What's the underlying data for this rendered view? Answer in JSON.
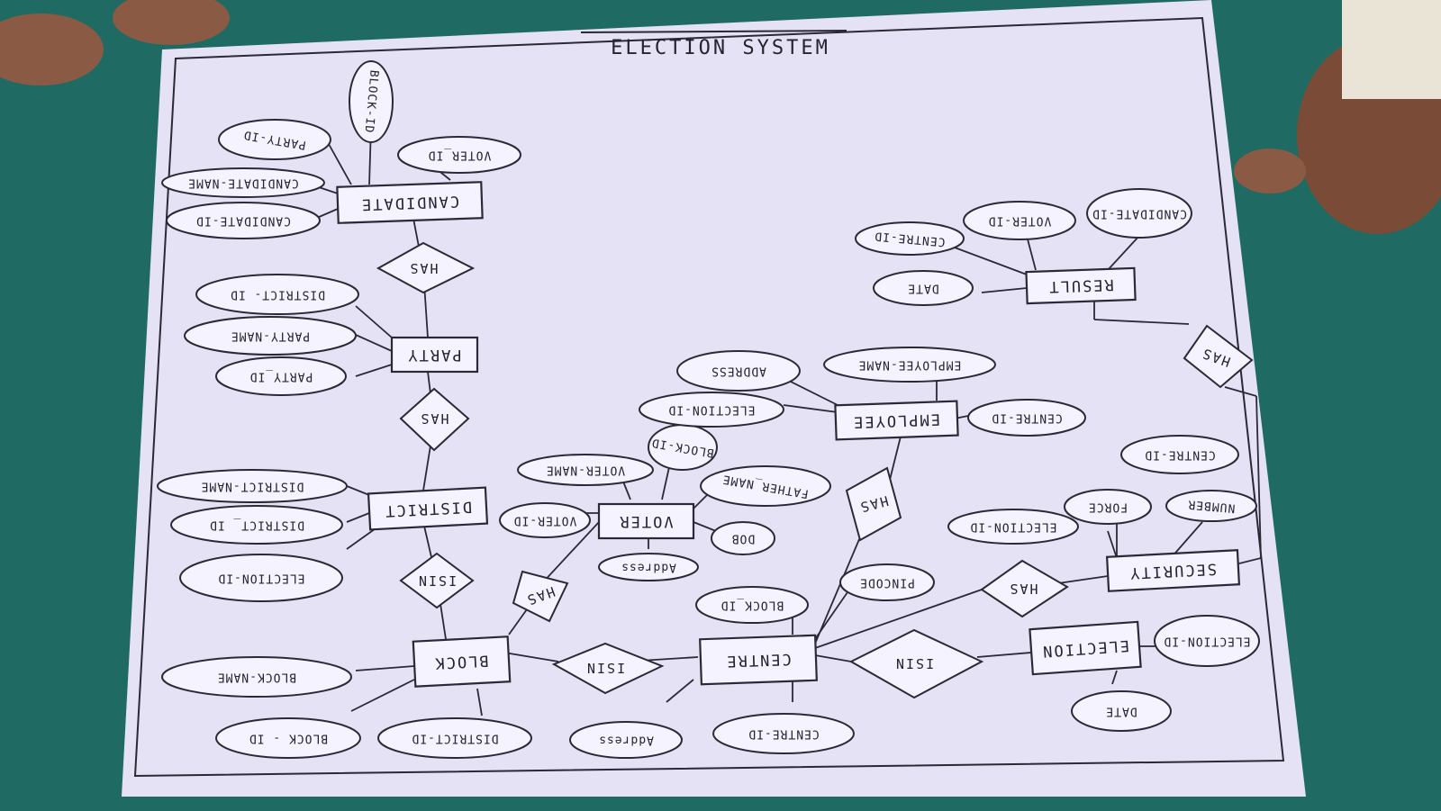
{
  "diagram": {
    "title": "ELECTION SYSTEM",
    "entities": {
      "candidate": "CANDIDATE",
      "party": "PARTY",
      "district": "DISTRICT",
      "block": "BLOCK",
      "voter": "VOTER",
      "centre": "CENTRE",
      "employee": "EMPLOYEE",
      "election": "ELECTION",
      "security": "SECURITY",
      "result": "RESULT"
    },
    "relationships": {
      "cand_party": "HAS",
      "party_district": "HAS",
      "district_block": "ISIN",
      "block_voter": "HAS",
      "block_centre": "ISIN",
      "centre_employee": "HAS",
      "centre_election": "ISIN",
      "centre_security": "HAS",
      "security_result": "HAS"
    },
    "attributes": {
      "cand_voter_id": "VOTER_ID",
      "cand_block_id": "BLOCK-ID",
      "cand_party_id": "PARTY-ID",
      "cand_name": "CANDIDATE-NAME",
      "cand_id": "CANDIDATE-ID",
      "party_district_id": "DISTRICT- ID",
      "party_name": "PARTY-NAME",
      "party_id": "PARTY_ID",
      "district_name": "DISTRICT-NAME",
      "district_id": "DISTRICT_ ID",
      "district_election_id": "ELECTION-ID",
      "block_name": "BLOCK-NAME",
      "block_id": "BLOCK - ID",
      "block_district_id": "DISTRICT-ID",
      "voter_name": "VOTER-NAME",
      "voter_block_id": "BLOCK-ID",
      "voter_father": "FATHER_NAME",
      "voter_id": "VOTER-ID",
      "voter_dob": "DOB",
      "voter_address": "Address",
      "centre_block_id": "BLOCK_ID",
      "centre_pincode": "PINCODE",
      "centre_id": "CENTRE-ID",
      "centre_address": "Address",
      "emp_address": "ADDRESS",
      "emp_name": "EMPLOYEE-NAME",
      "emp_election_id": "ELECTION-ID",
      "emp_centre_id": "CENTRE-ID",
      "election_id": "ELECTION-ID",
      "election_date": "DATE",
      "sec_centre_id": "CENTRE-ID",
      "sec_force": "FORCE",
      "sec_number": "NUMBER",
      "sec_election_id": "ELECTION-ID",
      "res_date": "DATE",
      "res_centre_id": "CENTRE-ID",
      "res_voter_id": "VOTER-ID",
      "res_candidate_id": "CANDIDATE-ID"
    }
  },
  "colors": {
    "background": "#1f6a63",
    "paper": "#f4f3ff",
    "ink": "#2a2a36"
  }
}
